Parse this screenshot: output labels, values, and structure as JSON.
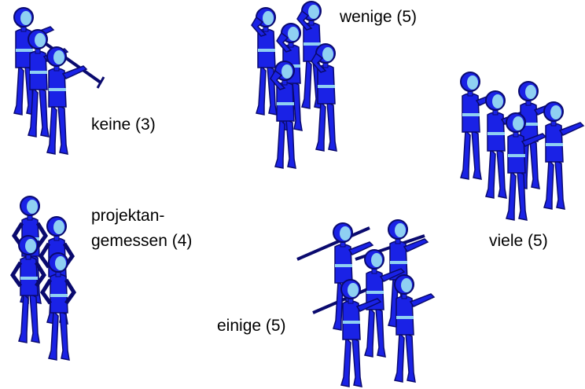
{
  "groups": [
    {
      "id": "keine",
      "label": "keine (3)",
      "count": 3
    },
    {
      "id": "wenige",
      "label": "wenige (5)",
      "count": 5
    },
    {
      "id": "viele",
      "label": "viele (5)",
      "count": 5
    },
    {
      "id": "projekt",
      "label_line1": "projektan-",
      "label_line2": "gemessen (4)",
      "count": 4
    },
    {
      "id": "einige",
      "label": "einige (5)",
      "count": 5
    }
  ],
  "colors": {
    "figure_fill": "#1a22e6",
    "figure_outline": "#0a0a6e",
    "face_fill": "#8fd0f2",
    "background": "#ffffff"
  },
  "icon_names": [
    "person-figure-icon"
  ]
}
